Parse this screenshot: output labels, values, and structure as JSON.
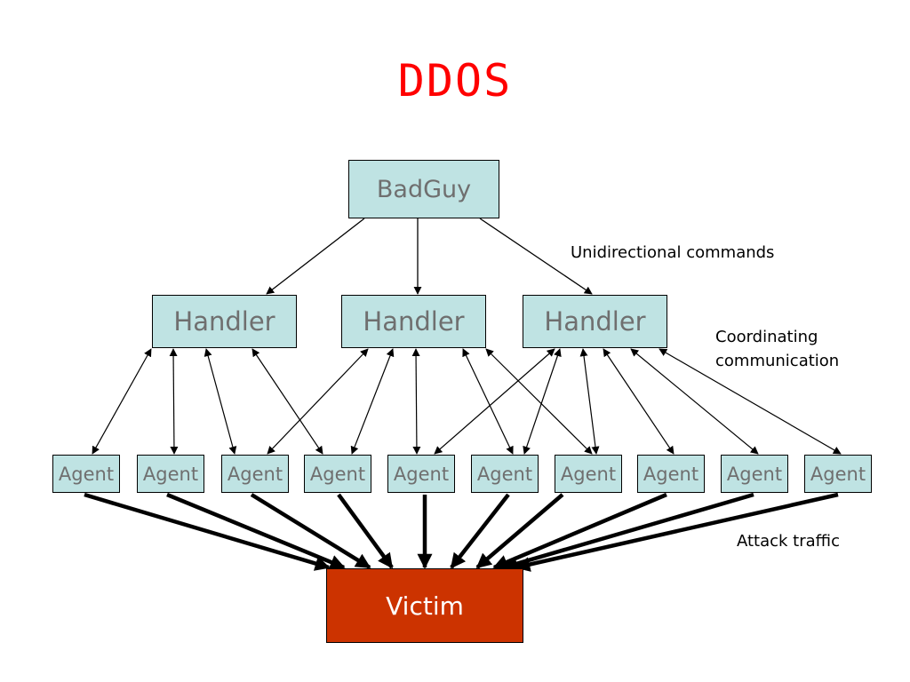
{
  "title": "DDOS",
  "badguy": {
    "label": "BadGuy"
  },
  "handlers": [
    {
      "label": "Handler"
    },
    {
      "label": "Handler"
    },
    {
      "label": "Handler"
    }
  ],
  "agents": [
    {
      "label": "Agent"
    },
    {
      "label": "Agent"
    },
    {
      "label": "Agent"
    },
    {
      "label": "Agent"
    },
    {
      "label": "Agent"
    },
    {
      "label": "Agent"
    },
    {
      "label": "Agent"
    },
    {
      "label": "Agent"
    },
    {
      "label": "Agent"
    },
    {
      "label": "Agent"
    }
  ],
  "victim": {
    "label": "Victim"
  },
  "annotations": {
    "commands": "Unidirectional commands",
    "coordinating_line1": "Coordinating",
    "coordinating_line2": "communication",
    "attack": "Attack traffic"
  },
  "colors": {
    "title": "#ff0000",
    "node_fill": "#bfe3e3",
    "node_text": "#6f6f6f",
    "victim_fill": "#cc3300",
    "victim_text": "#ffffff",
    "edge": "#000000"
  },
  "edges": {
    "commands": [
      {
        "from": "badguy",
        "to": "handler-1",
        "direction": "one-way"
      },
      {
        "from": "badguy",
        "to": "handler-2",
        "direction": "one-way"
      },
      {
        "from": "badguy",
        "to": "handler-3",
        "direction": "one-way"
      }
    ],
    "coordination": [
      {
        "handler": 1,
        "agent": 1
      },
      {
        "handler": 1,
        "agent": 2
      },
      {
        "handler": 1,
        "agent": 3
      },
      {
        "handler": 1,
        "agent": 4
      },
      {
        "handler": 2,
        "agent": 3
      },
      {
        "handler": 2,
        "agent": 4
      },
      {
        "handler": 2,
        "agent": 5
      },
      {
        "handler": 2,
        "agent": 6
      },
      {
        "handler": 2,
        "agent": 7
      },
      {
        "handler": 3,
        "agent": 5
      },
      {
        "handler": 3,
        "agent": 6
      },
      {
        "handler": 3,
        "agent": 7
      },
      {
        "handler": 3,
        "agent": 8
      },
      {
        "handler": 3,
        "agent": 9
      },
      {
        "handler": 3,
        "agent": 10
      }
    ],
    "attack": [
      {
        "from": "agent-1",
        "to": "victim"
      },
      {
        "from": "agent-2",
        "to": "victim"
      },
      {
        "from": "agent-3",
        "to": "victim"
      },
      {
        "from": "agent-4",
        "to": "victim"
      },
      {
        "from": "agent-5",
        "to": "victim"
      },
      {
        "from": "agent-6",
        "to": "victim"
      },
      {
        "from": "agent-7",
        "to": "victim"
      },
      {
        "from": "agent-8",
        "to": "victim"
      },
      {
        "from": "agent-9",
        "to": "victim"
      },
      {
        "from": "agent-10",
        "to": "victim"
      }
    ]
  }
}
